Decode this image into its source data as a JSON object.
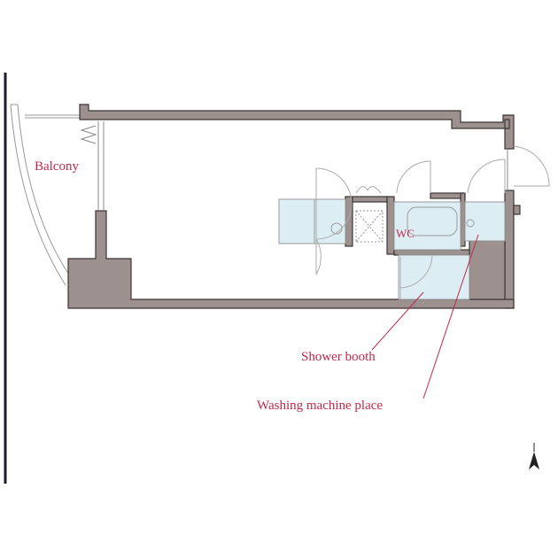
{
  "labels": {
    "balcony": "Balcony",
    "wc": "WC",
    "shower_booth": "Shower booth",
    "washing_machine_place": "Washing machine place"
  },
  "colors": {
    "wall": "#9d918f",
    "wall_outline": "#3b3535",
    "fixture": "#dcedf4",
    "label": "#c0284a",
    "border": "#1c1c2e"
  },
  "icons": [
    "north-arrow-icon"
  ]
}
